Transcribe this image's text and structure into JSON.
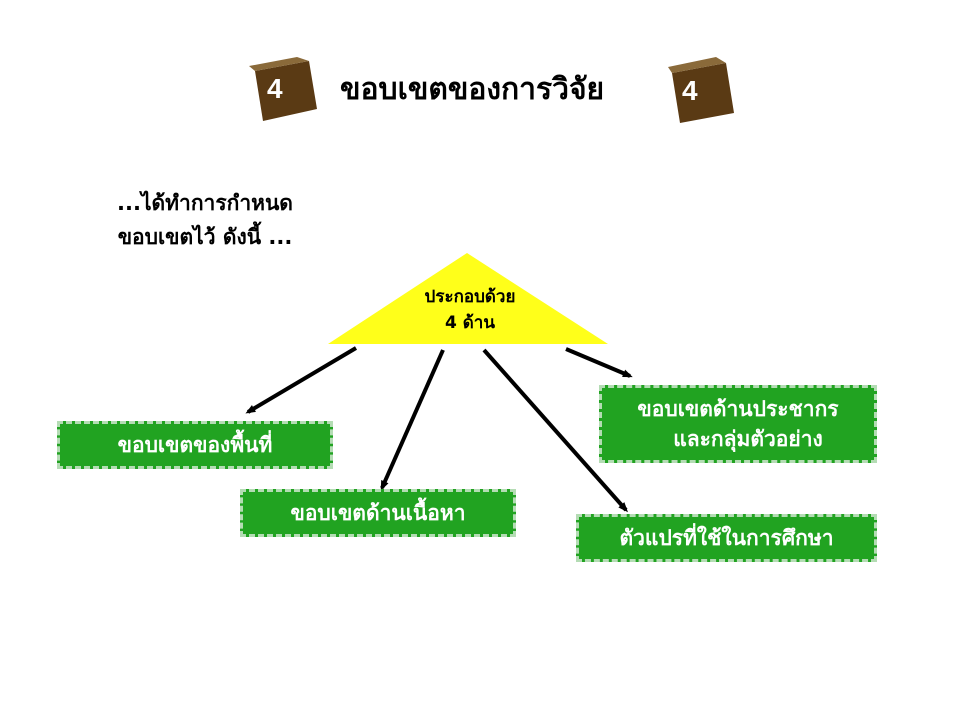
{
  "title": "ขอบเขตของการวิจัย",
  "badge_number": "4",
  "intro": {
    "line1": "...ได้ทำการกำหนด",
    "line2": "ขอบเขตไว้ ดังนี้ ..."
  },
  "triangle": {
    "line1": "ประกอบด้วย",
    "line2": "4 ด้าน"
  },
  "boxes": {
    "area": "ขอบเขตของพื้นที่",
    "content": "ขอบเขตด้านเนื้อหา",
    "population_line1": "ขอบเขตด้านประชากร",
    "population_line2": "และกลุ่มตัวอย่าง",
    "variables": "ตัวแปรที่ใช้ในการศึกษา"
  },
  "colors": {
    "box_fill": "#21a321",
    "box_border": "#b4dcb4",
    "triangle_fill": "#ffff1a",
    "cube_dark": "#5a3a14",
    "cube_light": "#8a6a3a"
  }
}
